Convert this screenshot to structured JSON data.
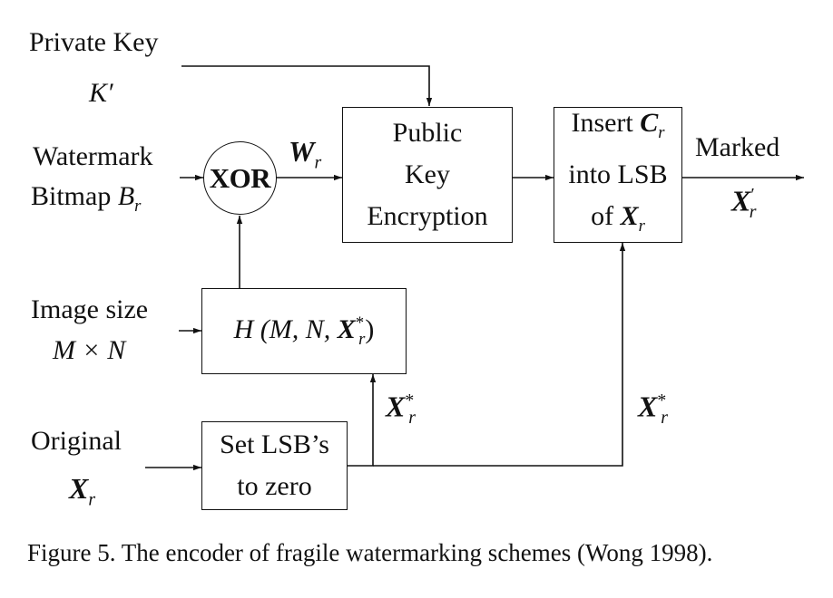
{
  "labels": {
    "private_key": "Private Key",
    "private_key_symbol": "K′",
    "watermark_line1": "Watermark",
    "watermark_line2": "Bitmap",
    "watermark_symbol": "B",
    "watermark_sub": "r",
    "xor": "XOR",
    "wr_symbol": "W",
    "wr_sub": "r",
    "image_size": "Image size",
    "image_size_symbol": "M × N",
    "original": "Original",
    "original_symbol": "X",
    "original_sub": "r",
    "marked": "Marked",
    "marked_symbol": "X",
    "marked_sup": "′",
    "marked_sub": "r",
    "xstar_symbol": "X",
    "xstar_sup": "*",
    "xstar_sub": "r"
  },
  "boxes": {
    "encryption": [
      "Public",
      "Key",
      "Encryption"
    ],
    "insert": {
      "line1_text": "Insert ",
      "line1_symbol": "C",
      "line1_sub": "r",
      "line2": "into LSB",
      "line3_text": "of ",
      "line3_symbol": "X",
      "line3_sub": "r"
    },
    "hash": {
      "prefix": "H (M, N, ",
      "symbol": "X",
      "sup": "*",
      "sub": "r",
      "suffix": ")"
    },
    "setlsb": [
      "Set LSB’s",
      "to zero"
    ]
  },
  "caption": "Figure 5.  The encoder of fragile watermarking schemes (Wong 1998)."
}
